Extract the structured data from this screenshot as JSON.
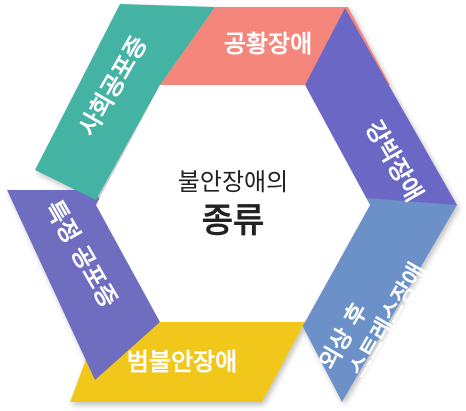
{
  "center": {
    "line1": "불안장애의",
    "line2": "종류"
  },
  "segments": [
    {
      "id": "panic",
      "label": "공황장애",
      "color": "#F4867B"
    },
    {
      "id": "ocd",
      "label": "강박장애",
      "color": "#6A67C4"
    },
    {
      "id": "ptsd",
      "label_line1": "외상 후",
      "label_line2": "스트레스장애",
      "color": "#6C91C8"
    },
    {
      "id": "gad",
      "label": "범불안장애",
      "color": "#F1C71D"
    },
    {
      "id": "specific_phobia",
      "label": "특정 공포증",
      "color": "#6E6DC0"
    },
    {
      "id": "social_phobia",
      "label": "사회공포증",
      "color": "#44B3A4"
    }
  ]
}
